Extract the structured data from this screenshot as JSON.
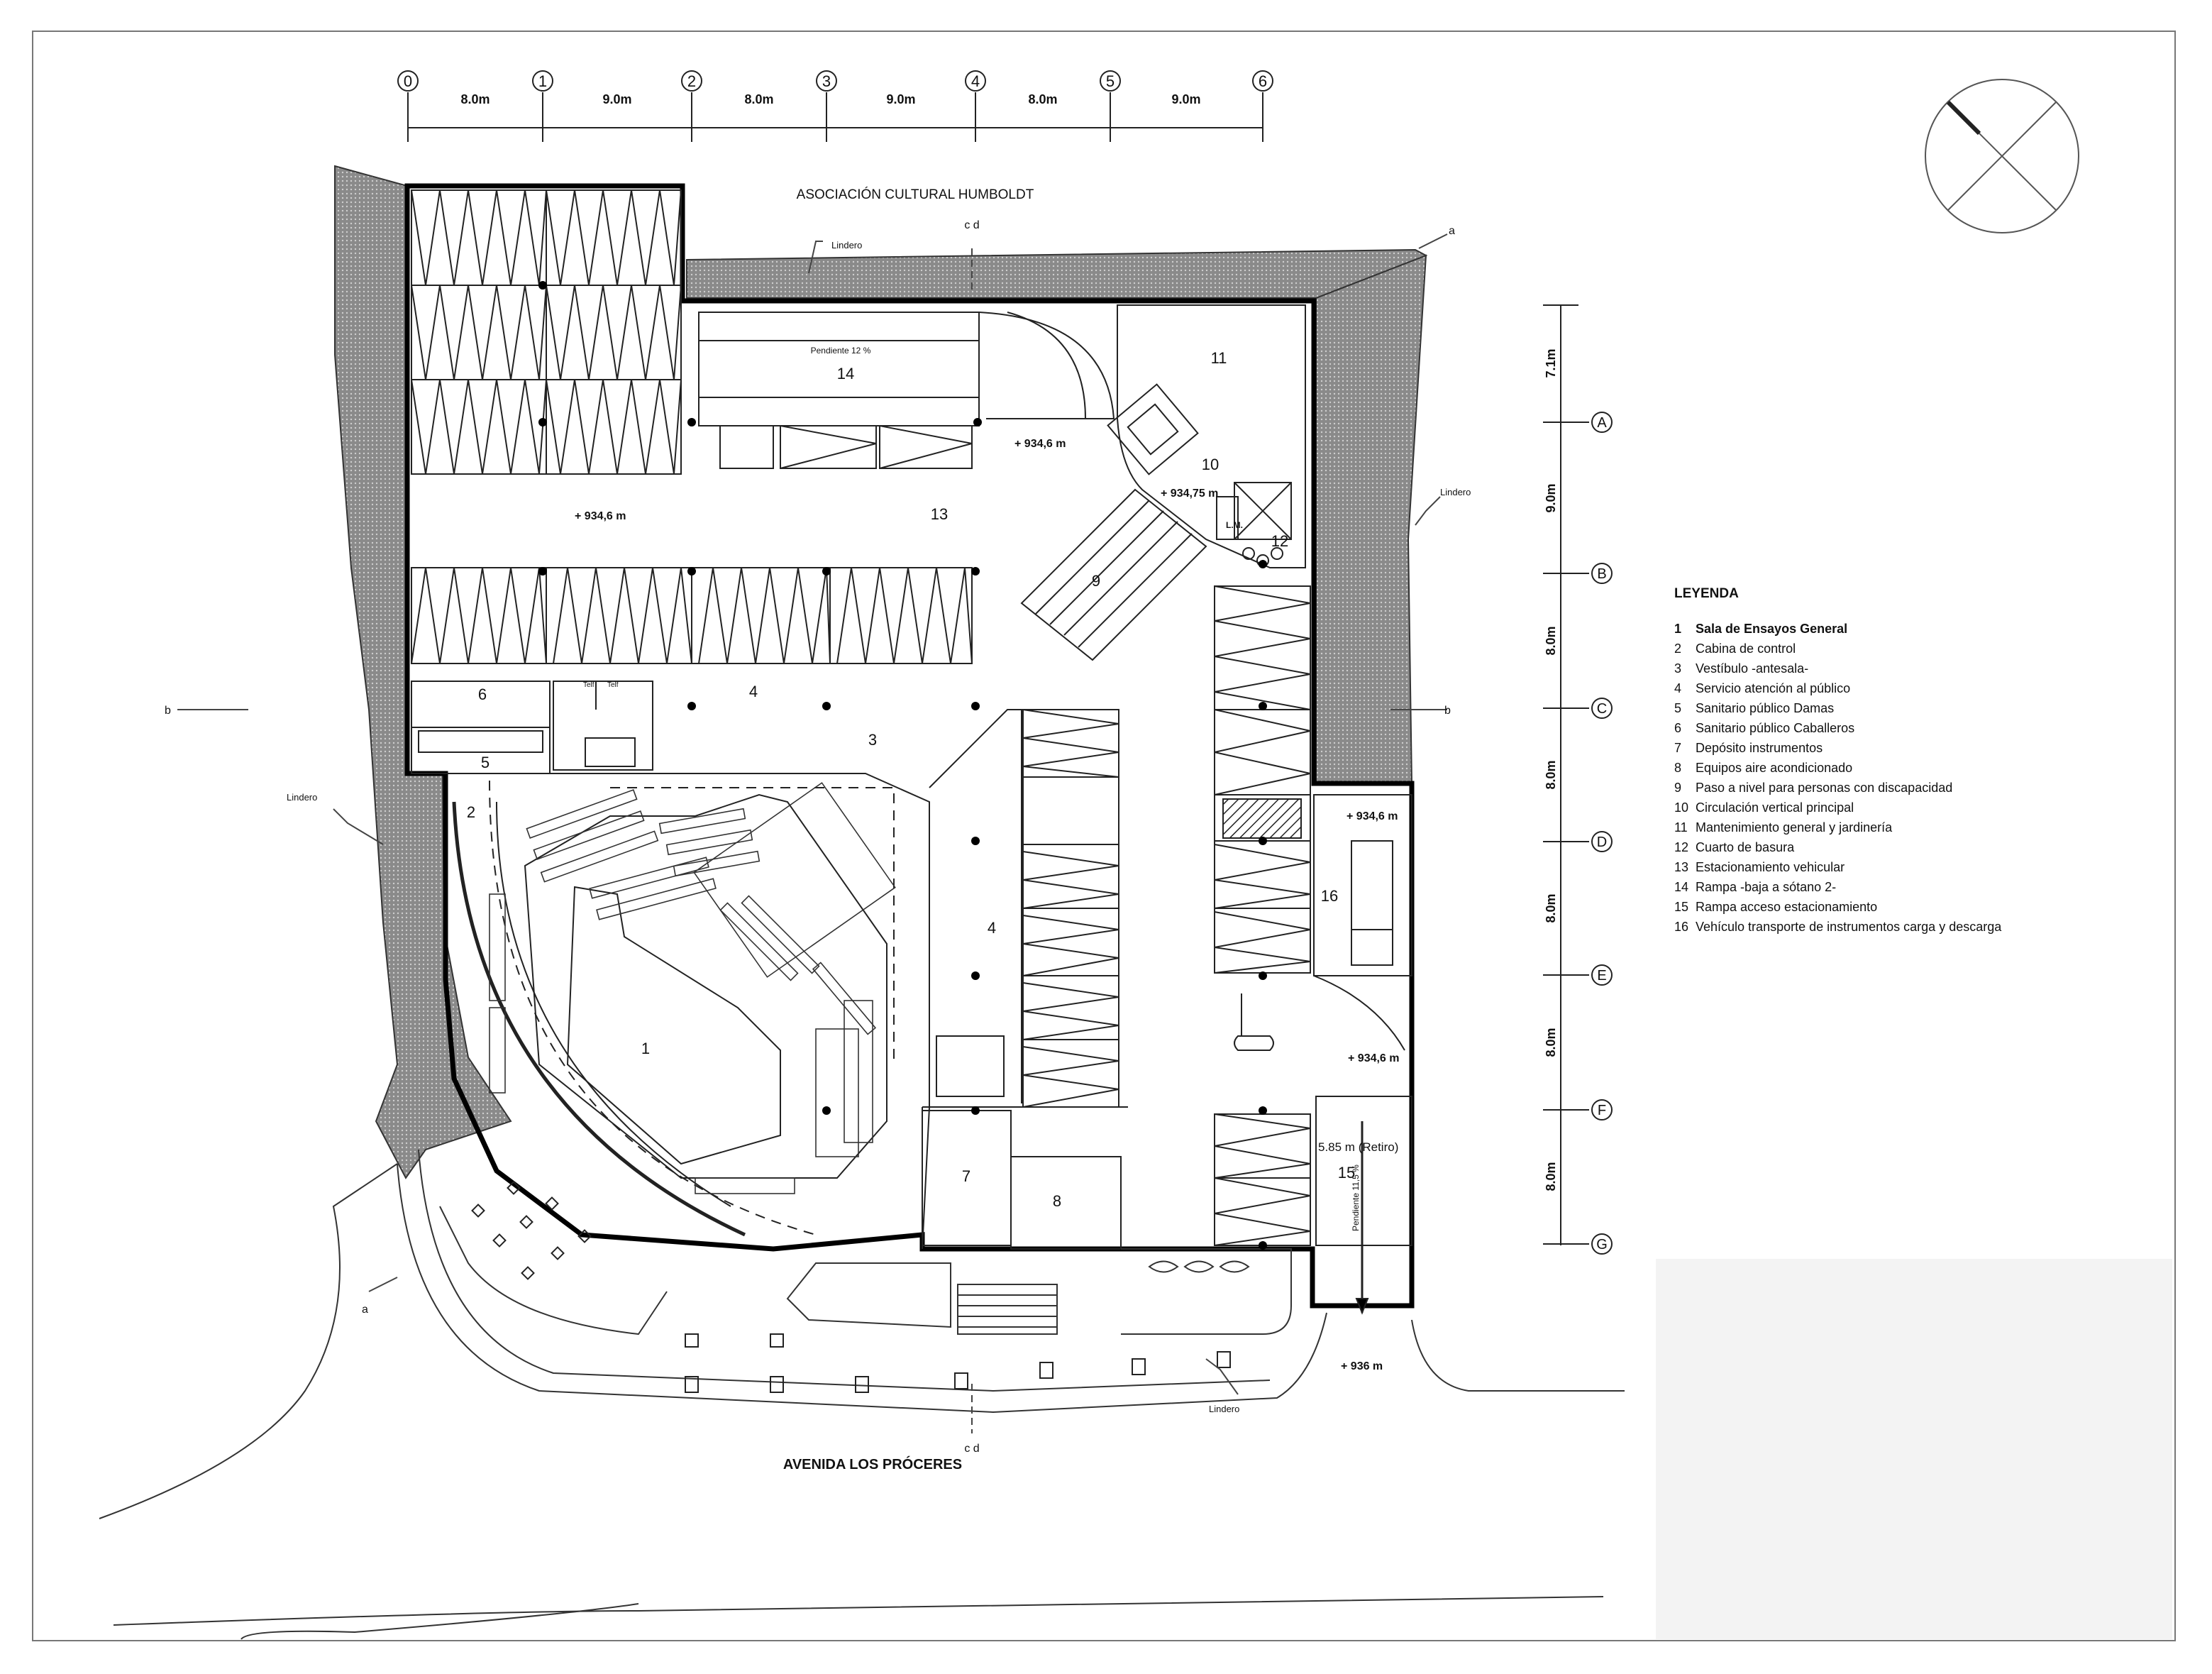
{
  "title": "ASOCIACIÓN CULTURAL HUMBOLDT",
  "street": "AVENIDA LOS PRÓCERES",
  "grid_columns": [
    {
      "id": "0"
    },
    {
      "id": "1"
    },
    {
      "id": "2"
    },
    {
      "id": "3"
    },
    {
      "id": "4"
    },
    {
      "id": "5"
    },
    {
      "id": "6"
    }
  ],
  "column_spacings": [
    "8.0m",
    "9.0m",
    "8.0m",
    "9.0m",
    "8.0m",
    "9.0m"
  ],
  "grid_rows": [
    {
      "id": "A"
    },
    {
      "id": "B"
    },
    {
      "id": "C"
    },
    {
      "id": "D"
    },
    {
      "id": "E"
    },
    {
      "id": "F"
    },
    {
      "id": "G"
    }
  ],
  "row_spacings": [
    "7.1m",
    "9.0m",
    "8.0m",
    "8.0m",
    "8.0m",
    "8.0m",
    "8.0m"
  ],
  "levels": {
    "parking_left": "+ 934,6 m",
    "parking_top": "+ 934,6 m",
    "circulation": "+ 934,75 m",
    "right_top": "+ 934,6 m",
    "right_mid": "+ 934,6 m",
    "street": "+ 936 m"
  },
  "annotations": {
    "slope_ramp14": "Pendiente  12 %",
    "slope_ramp15": "Pendiente 11,5 %",
    "retiro": "5.85 m (Retiro)",
    "lindero": "Lindero",
    "lm": "L.M.",
    "telf": "Telf",
    "section_cd": "c d",
    "section_a": "a",
    "section_b": "b"
  },
  "rooms": {
    "r1": "1",
    "r2": "2",
    "r3": "3",
    "r4": "4",
    "r4b": "4",
    "r5": "5",
    "r6": "6",
    "r7": "7",
    "r8": "8",
    "r9": "9",
    "r10": "10",
    "r11": "11",
    "r12": "12",
    "r13": "13",
    "r14": "14",
    "r15": "15",
    "r16": "16"
  },
  "legend": {
    "title": "LEYENDA",
    "items": [
      {
        "num": "1",
        "text": "Sala de Ensayos General"
      },
      {
        "num": "2",
        "text": "Cabina de control"
      },
      {
        "num": "3",
        "text": "Vestíbulo -antesala-"
      },
      {
        "num": "4",
        "text": "Servicio atención al público"
      },
      {
        "num": "5",
        "text": "Sanitario público Damas"
      },
      {
        "num": "6",
        "text": "Sanitario público Caballeros"
      },
      {
        "num": "7",
        "text": "Depósito instrumentos"
      },
      {
        "num": "8",
        "text": "Equipos aire acondicionado"
      },
      {
        "num": "9",
        "text": "Paso a nivel para personas con discapacidad"
      },
      {
        "num": "10",
        "text": "Circulación vertical principal"
      },
      {
        "num": "11",
        "text": "Mantenimiento general y jardinería"
      },
      {
        "num": "12",
        "text": "Cuarto de basura"
      },
      {
        "num": "13",
        "text": "Estacionamiento vehicular"
      },
      {
        "num": "14",
        "text": "Rampa -baja a sótano 2-"
      },
      {
        "num": "15",
        "text": "Rampa acceso estacionamiento"
      },
      {
        "num": "16",
        "text": "Vehículo transporte de instrumentos carga y descarga"
      }
    ]
  }
}
